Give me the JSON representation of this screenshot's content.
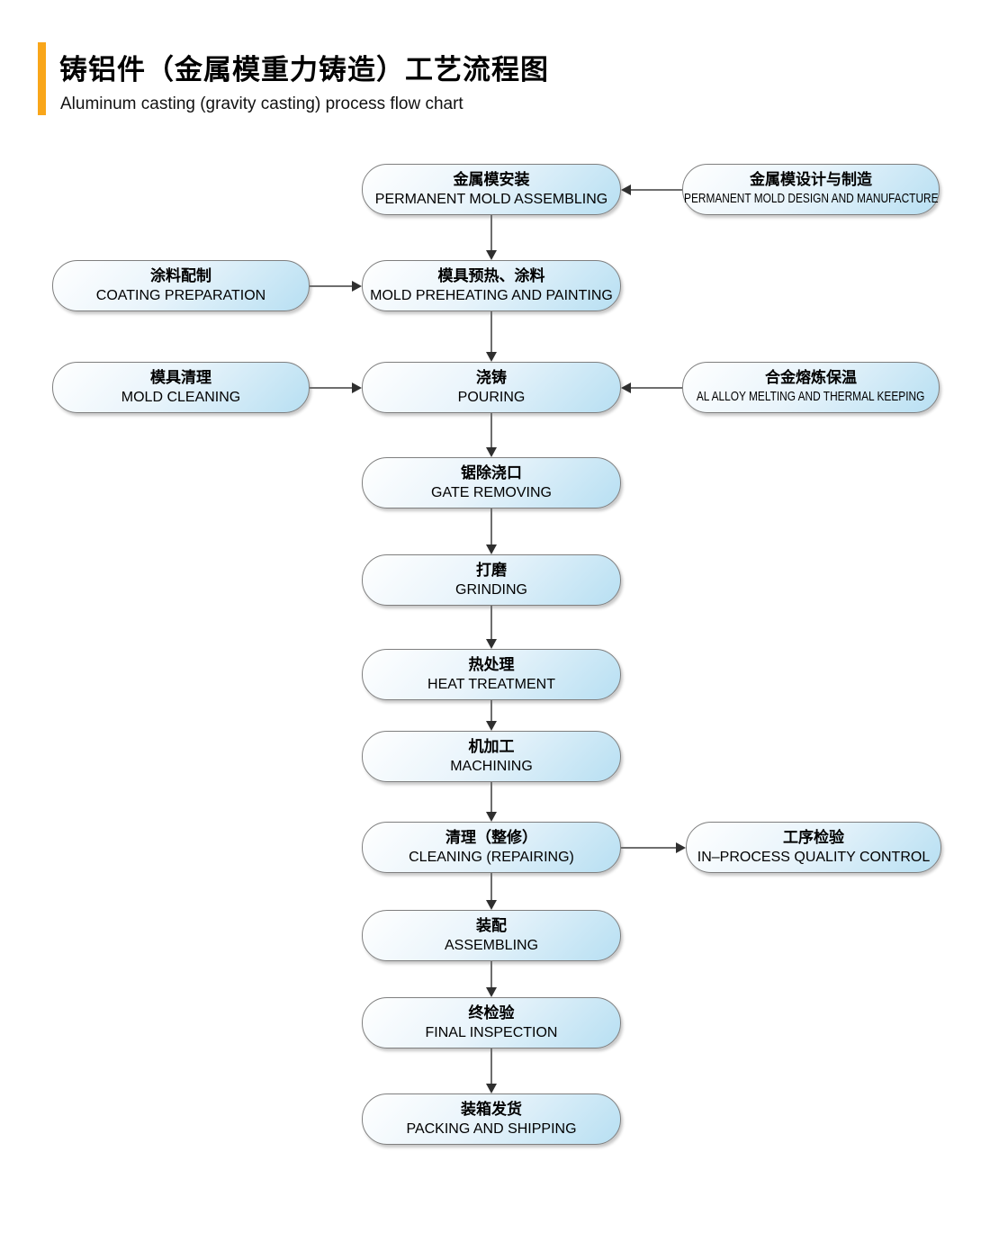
{
  "header": {
    "title_cn": "铸铝件（金属模重力铸造）工艺流程图",
    "subtitle_en": "Aluminum casting (gravity casting) process flow chart",
    "accent_color": "#F9A61A"
  },
  "flowchart": {
    "colors": {
      "box_fill_light": "#FFFFFF",
      "box_fill_dark": "#B7DFF2",
      "box_border": "#7F7F7F",
      "arrow_line": "#6E6E6E",
      "arrow_head": "#2F2F2F",
      "text": "#000000"
    },
    "nodes": [
      {
        "id": "mold-assembling",
        "cn": "金属模安装",
        "en": "PERMANENT MOLD ASSEMBLING"
      },
      {
        "id": "mold-design-manufacture",
        "cn": "金属模设计与制造",
        "en": "PERMANENT MOLD DESIGN AND MANUFACTURE"
      },
      {
        "id": "coating-preparation",
        "cn": "涂料配制",
        "en": "COATING PREPARATION"
      },
      {
        "id": "mold-preheating-painting",
        "cn": "模具预热、涂料",
        "en": "MOLD PREHEATING AND PAINTING"
      },
      {
        "id": "mold-cleaning",
        "cn": "模具清理",
        "en": "MOLD CLEANING"
      },
      {
        "id": "pouring",
        "cn": "浇铸",
        "en": "POURING"
      },
      {
        "id": "al-alloy-melting",
        "cn": "合金熔炼保温",
        "en": "AL ALLOY MELTING AND THERMAL KEEPING"
      },
      {
        "id": "gate-removing",
        "cn": "锯除浇口",
        "en": "GATE REMOVING"
      },
      {
        "id": "grinding",
        "cn": "打磨",
        "en": "GRINDING"
      },
      {
        "id": "heat-treatment",
        "cn": "热处理",
        "en": "HEAT TREATMENT"
      },
      {
        "id": "machining",
        "cn": "机加工",
        "en": "MACHINING"
      },
      {
        "id": "cleaning-repairing",
        "cn": "清理（整修）",
        "en": "CLEANING (REPAIRING)"
      },
      {
        "id": "in-process-qc",
        "cn": "工序检验",
        "en": "IN–PROCESS QUALITY CONTROL"
      },
      {
        "id": "assembling",
        "cn": "装配",
        "en": "ASSEMBLING"
      },
      {
        "id": "final-inspection",
        "cn": "终检验",
        "en": "FINAL INSPECTION"
      },
      {
        "id": "packing-shipping",
        "cn": "装箱发货",
        "en": "PACKING AND SHIPPING"
      }
    ],
    "edges": [
      {
        "from": "mold-design-manufacture",
        "to": "mold-assembling"
      },
      {
        "from": "mold-assembling",
        "to": "mold-preheating-painting"
      },
      {
        "from": "coating-preparation",
        "to": "mold-preheating-painting"
      },
      {
        "from": "mold-preheating-painting",
        "to": "pouring"
      },
      {
        "from": "mold-cleaning",
        "to": "pouring"
      },
      {
        "from": "al-alloy-melting",
        "to": "pouring"
      },
      {
        "from": "pouring",
        "to": "gate-removing"
      },
      {
        "from": "gate-removing",
        "to": "grinding"
      },
      {
        "from": "grinding",
        "to": "heat-treatment"
      },
      {
        "from": "heat-treatment",
        "to": "machining"
      },
      {
        "from": "machining",
        "to": "cleaning-repairing"
      },
      {
        "from": "cleaning-repairing",
        "to": "in-process-qc"
      },
      {
        "from": "cleaning-repairing",
        "to": "assembling"
      },
      {
        "from": "assembling",
        "to": "final-inspection"
      },
      {
        "from": "final-inspection",
        "to": "packing-shipping"
      }
    ]
  }
}
